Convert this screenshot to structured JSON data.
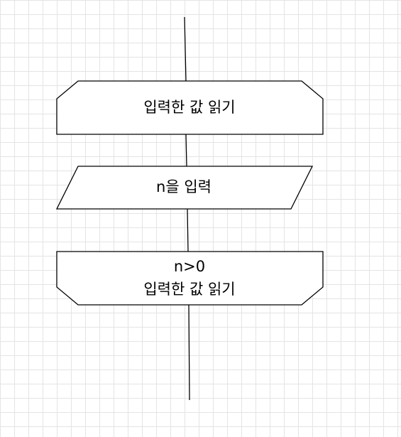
{
  "diagram": {
    "loop_start": {
      "label": "입력한 값 읽기"
    },
    "input": {
      "label": "n을 입력"
    },
    "loop_end": {
      "condition": "n>0",
      "label": "입력한 값 읽기"
    }
  }
}
